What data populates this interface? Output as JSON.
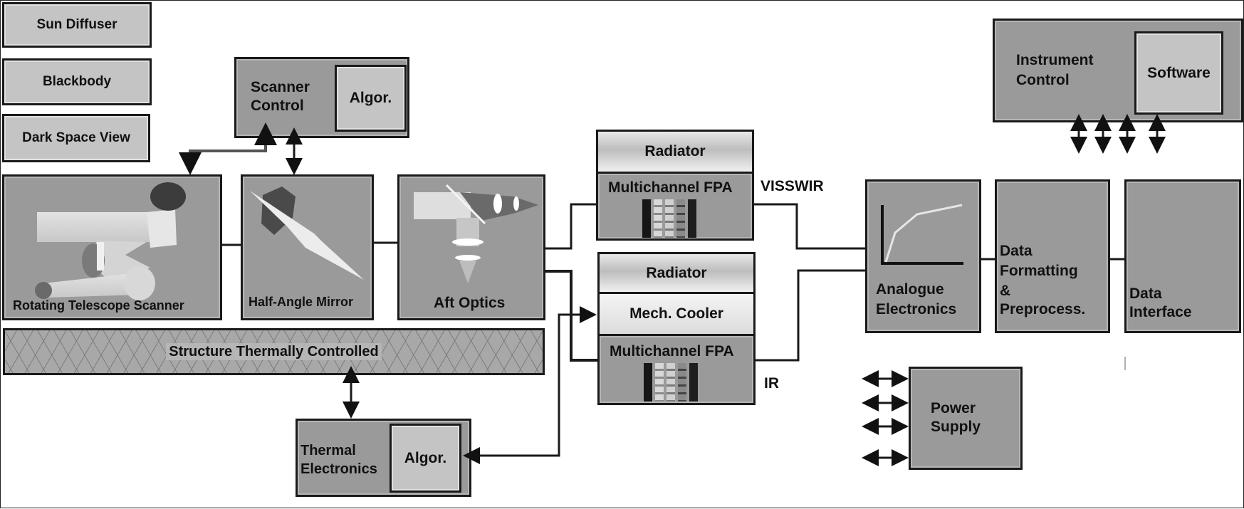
{
  "calibration": {
    "sun_diffuser": "Sun Diffuser",
    "blackbody": "Blackbody",
    "dark_space_view": "Dark Space View"
  },
  "scanner_control": {
    "title_line1": "Scanner",
    "title_line2": "Control",
    "algor": "Algor."
  },
  "optics": {
    "telescope": "Rotating Telescope Scanner",
    "mirror": "Half-Angle Mirror",
    "aft": "Aft Optics"
  },
  "structure": "Structure Thermally Controlled",
  "thermal": {
    "title_line1": "Thermal",
    "title_line2": "Electronics",
    "algor": "Algor."
  },
  "visswir": {
    "radiator": "Radiator",
    "fpa": "Multichannel FPA",
    "band": "VISSWIR"
  },
  "ir": {
    "radiator": "Radiator",
    "cooler": "Mech. Cooler",
    "fpa": "Multichannel FPA",
    "band": "IR"
  },
  "analogue": {
    "line1": "Analogue",
    "line2": "Electronics"
  },
  "data_formatting": {
    "line1": "Data",
    "line2": "Formatting",
    "line3": "&",
    "line4": "Preprocess."
  },
  "data_interface": {
    "line1": "Data",
    "line2": "Interface"
  },
  "instrument_control": {
    "line1": "Instrument",
    "line2": "Control",
    "software": "Software"
  },
  "power_supply": {
    "line1": "Power",
    "line2": "Supply"
  },
  "colors": {
    "box_fill": "#9a9a9a",
    "light_fill": "#c4c4c4",
    "line": "#1a1a1a"
  }
}
